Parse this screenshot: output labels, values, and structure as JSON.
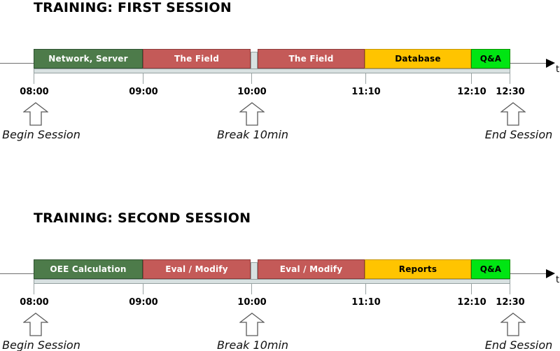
{
  "axis": {
    "t_label": "t",
    "ticks": [
      "08:00",
      "09:00",
      "10:00",
      "11:10",
      "12:10",
      "12:30"
    ],
    "annotations": [
      {
        "label": "Begin Session"
      },
      {
        "label": "Break 10min"
      },
      {
        "label": "End Session"
      }
    ]
  },
  "colors": {
    "dark_green": "#4d7b4a",
    "red": "#c45a58",
    "yellow": "#ffc400",
    "bright_green": "#00e513",
    "ruler_fill": "#d8e1e1",
    "axis_line": "#6f6f6f"
  },
  "sessions": [
    {
      "title": "TRAINING: FIRST SESSION",
      "segments": [
        {
          "label": "Network, Server",
          "color": "#4d7b4a",
          "border": "#2e5230",
          "text_color": "#ffffff"
        },
        {
          "label": "The Field",
          "color": "#c45a58",
          "border": "#8e3b3a",
          "text_color": "#ffffff"
        },
        {
          "label": "The Field",
          "color": "#c45a58",
          "border": "#8e3b3a",
          "text_color": "#ffffff"
        },
        {
          "label": "Database",
          "color": "#ffc400",
          "border": "#c79500",
          "text_color": "#000000"
        },
        {
          "label": "Q&A",
          "color": "#00e513",
          "border": "#089000",
          "text_color": "#000000"
        }
      ]
    },
    {
      "title": "TRAINING: SECOND SESSION",
      "segments": [
        {
          "label": "OEE Calculation",
          "color": "#4d7b4a",
          "border": "#2e5230",
          "text_color": "#ffffff"
        },
        {
          "label": "Eval / Modify",
          "color": "#c45a58",
          "border": "#8e3b3a",
          "text_color": "#ffffff"
        },
        {
          "label": "Eval / Modify",
          "color": "#c45a58",
          "border": "#8e3b3a",
          "text_color": "#ffffff"
        },
        {
          "label": "Reports",
          "color": "#ffc400",
          "border": "#c79500",
          "text_color": "#000000"
        },
        {
          "label": "Q&A",
          "color": "#00e513",
          "border": "#089000",
          "text_color": "#000000"
        }
      ]
    }
  ]
}
